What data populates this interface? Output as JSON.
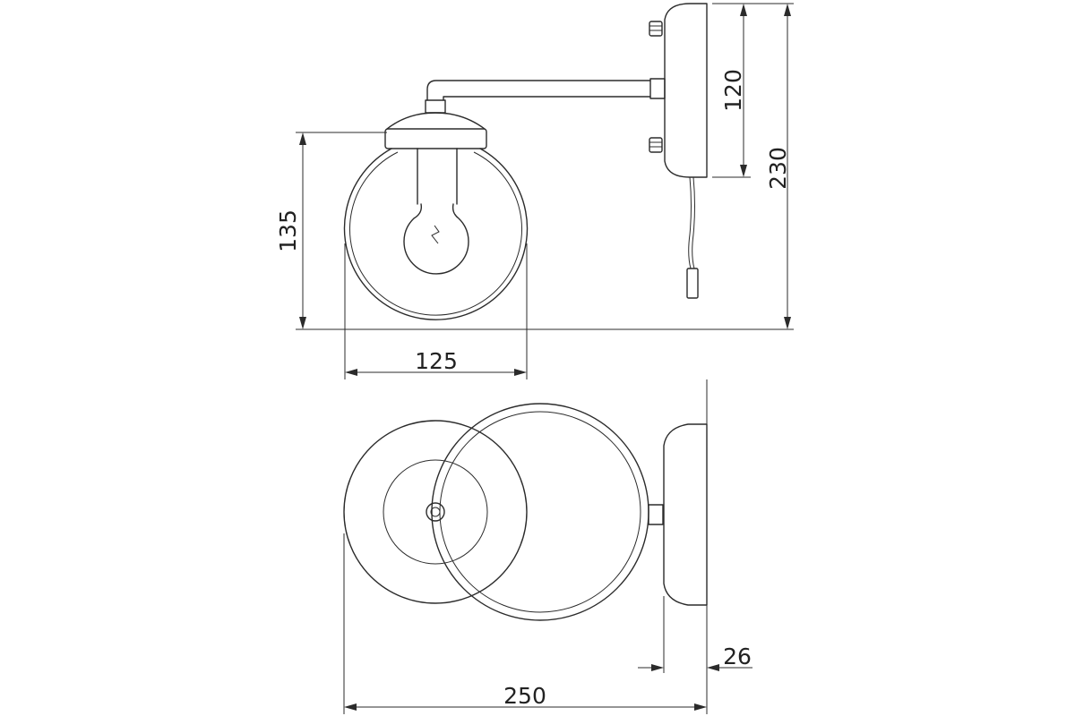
{
  "dimensions": {
    "globe_height": "135",
    "globe_width": "125",
    "base_height": "120",
    "total_height": "230",
    "total_depth": "250",
    "base_depth": "26"
  },
  "colors": {
    "line": "#2b2b2b",
    "background": "#ffffff"
  }
}
